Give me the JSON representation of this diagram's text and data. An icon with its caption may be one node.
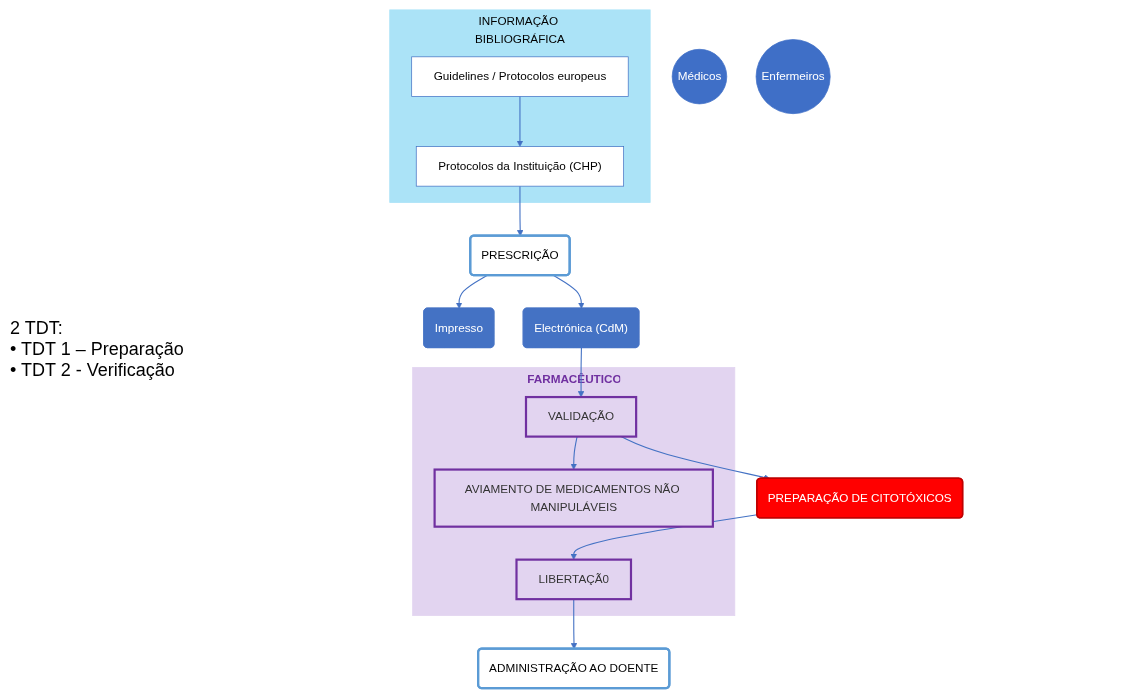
{
  "diagram": {
    "nodes": [
      {
        "text": [
          "INFORMAÇÃO BIBLIOGRÁFICA"
        ]
      },
      {
        "text": [
          "Guidelines / Protocolos europeus"
        ],
        "in": 0
      },
      {
        "text": [
          "Protocolos da Instituição (CHP)"
        ],
        "in": 0
      },
      {
        "text": [
          "PRESCRIÇÃO"
        ]
      },
      {
        "text": [
          "Médicos"
        ]
      },
      {
        "text": [
          "Impresso"
        ]
      },
      {
        "text": [
          "Electrónica (CdM)"
        ]
      },
      {
        "text": [
          "FARMACÊUTICO"
        ]
      },
      {
        "text": [
          "VALIDAÇÃO"
        ],
        "in": 7
      },
      {
        "text": [
          "AVIAMENTO DE MEDICAMENTOS NÃO MANIPULÁVEIS"
        ],
        "in": 7
      },
      {
        "text": [
          "PREPARAÇÃO DE CITOTÓXICOS"
        ]
      },
      {
        "text": [
          "LIBERTAÇÃ0"
        ],
        "in": 7
      },
      {
        "text": [
          "Enfermeiros"
        ]
      },
      {
        "text": [
          "ADMINISTRAÇÃO AO DOENTE"
        ]
      }
    ],
    "edges": [
      {
        "from": 1,
        "to": 2,
        "arrow": "to"
      },
      {
        "from": 2,
        "to": 3,
        "arrow": "to"
      },
      {
        "from": 3,
        "to": 5,
        "arrow": "to"
      },
      {
        "from": 3,
        "to": 6,
        "arrow": "to"
      },
      {
        "from": 6,
        "to": 8,
        "arrow": "to"
      },
      {
        "from": 8,
        "to": 9,
        "arrow": "to"
      },
      {
        "from": 8,
        "to": 10,
        "arrow": "to"
      },
      {
        "from": 10,
        "to": 11,
        "arrow": "to"
      },
      {
        "from": 11,
        "to": 13,
        "arrow": "to"
      }
    ],
    "labels": [
      "2 TDT:",
      "• TDT 1 – Preparação",
      "• TDT 2 - Verificação"
    ]
  }
}
